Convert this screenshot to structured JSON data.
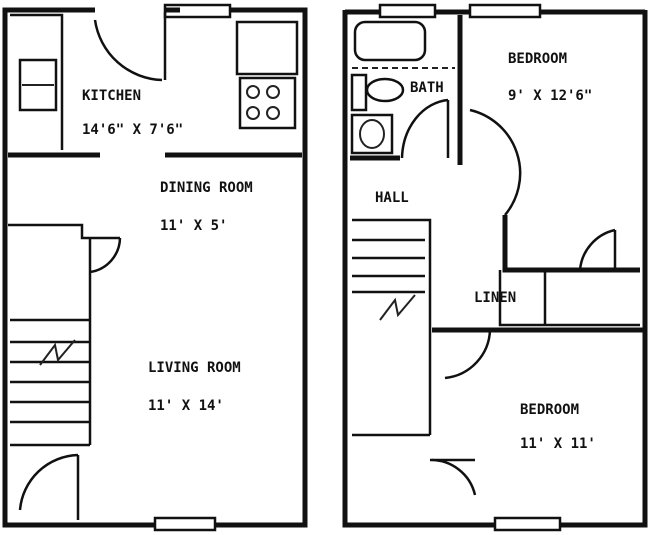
{
  "left_unit": {
    "kitchen": {
      "label": "KITCHEN",
      "size": "14'6\" X 7'6\""
    },
    "dining_room": {
      "label": "DINING ROOM",
      "size": "11' X 5'"
    },
    "living_room": {
      "label": "LIVING ROOM",
      "size": "11' X 14'"
    }
  },
  "right_unit": {
    "bath": {
      "label": "BATH"
    },
    "bedroom_1": {
      "label": "BEDROOM",
      "size": "9' X 12'6\""
    },
    "hall": {
      "label": "HALL"
    },
    "linen": {
      "label": "LINEN"
    },
    "bedroom_2": {
      "label": "BEDROOM",
      "size": "11' X 11'"
    }
  }
}
